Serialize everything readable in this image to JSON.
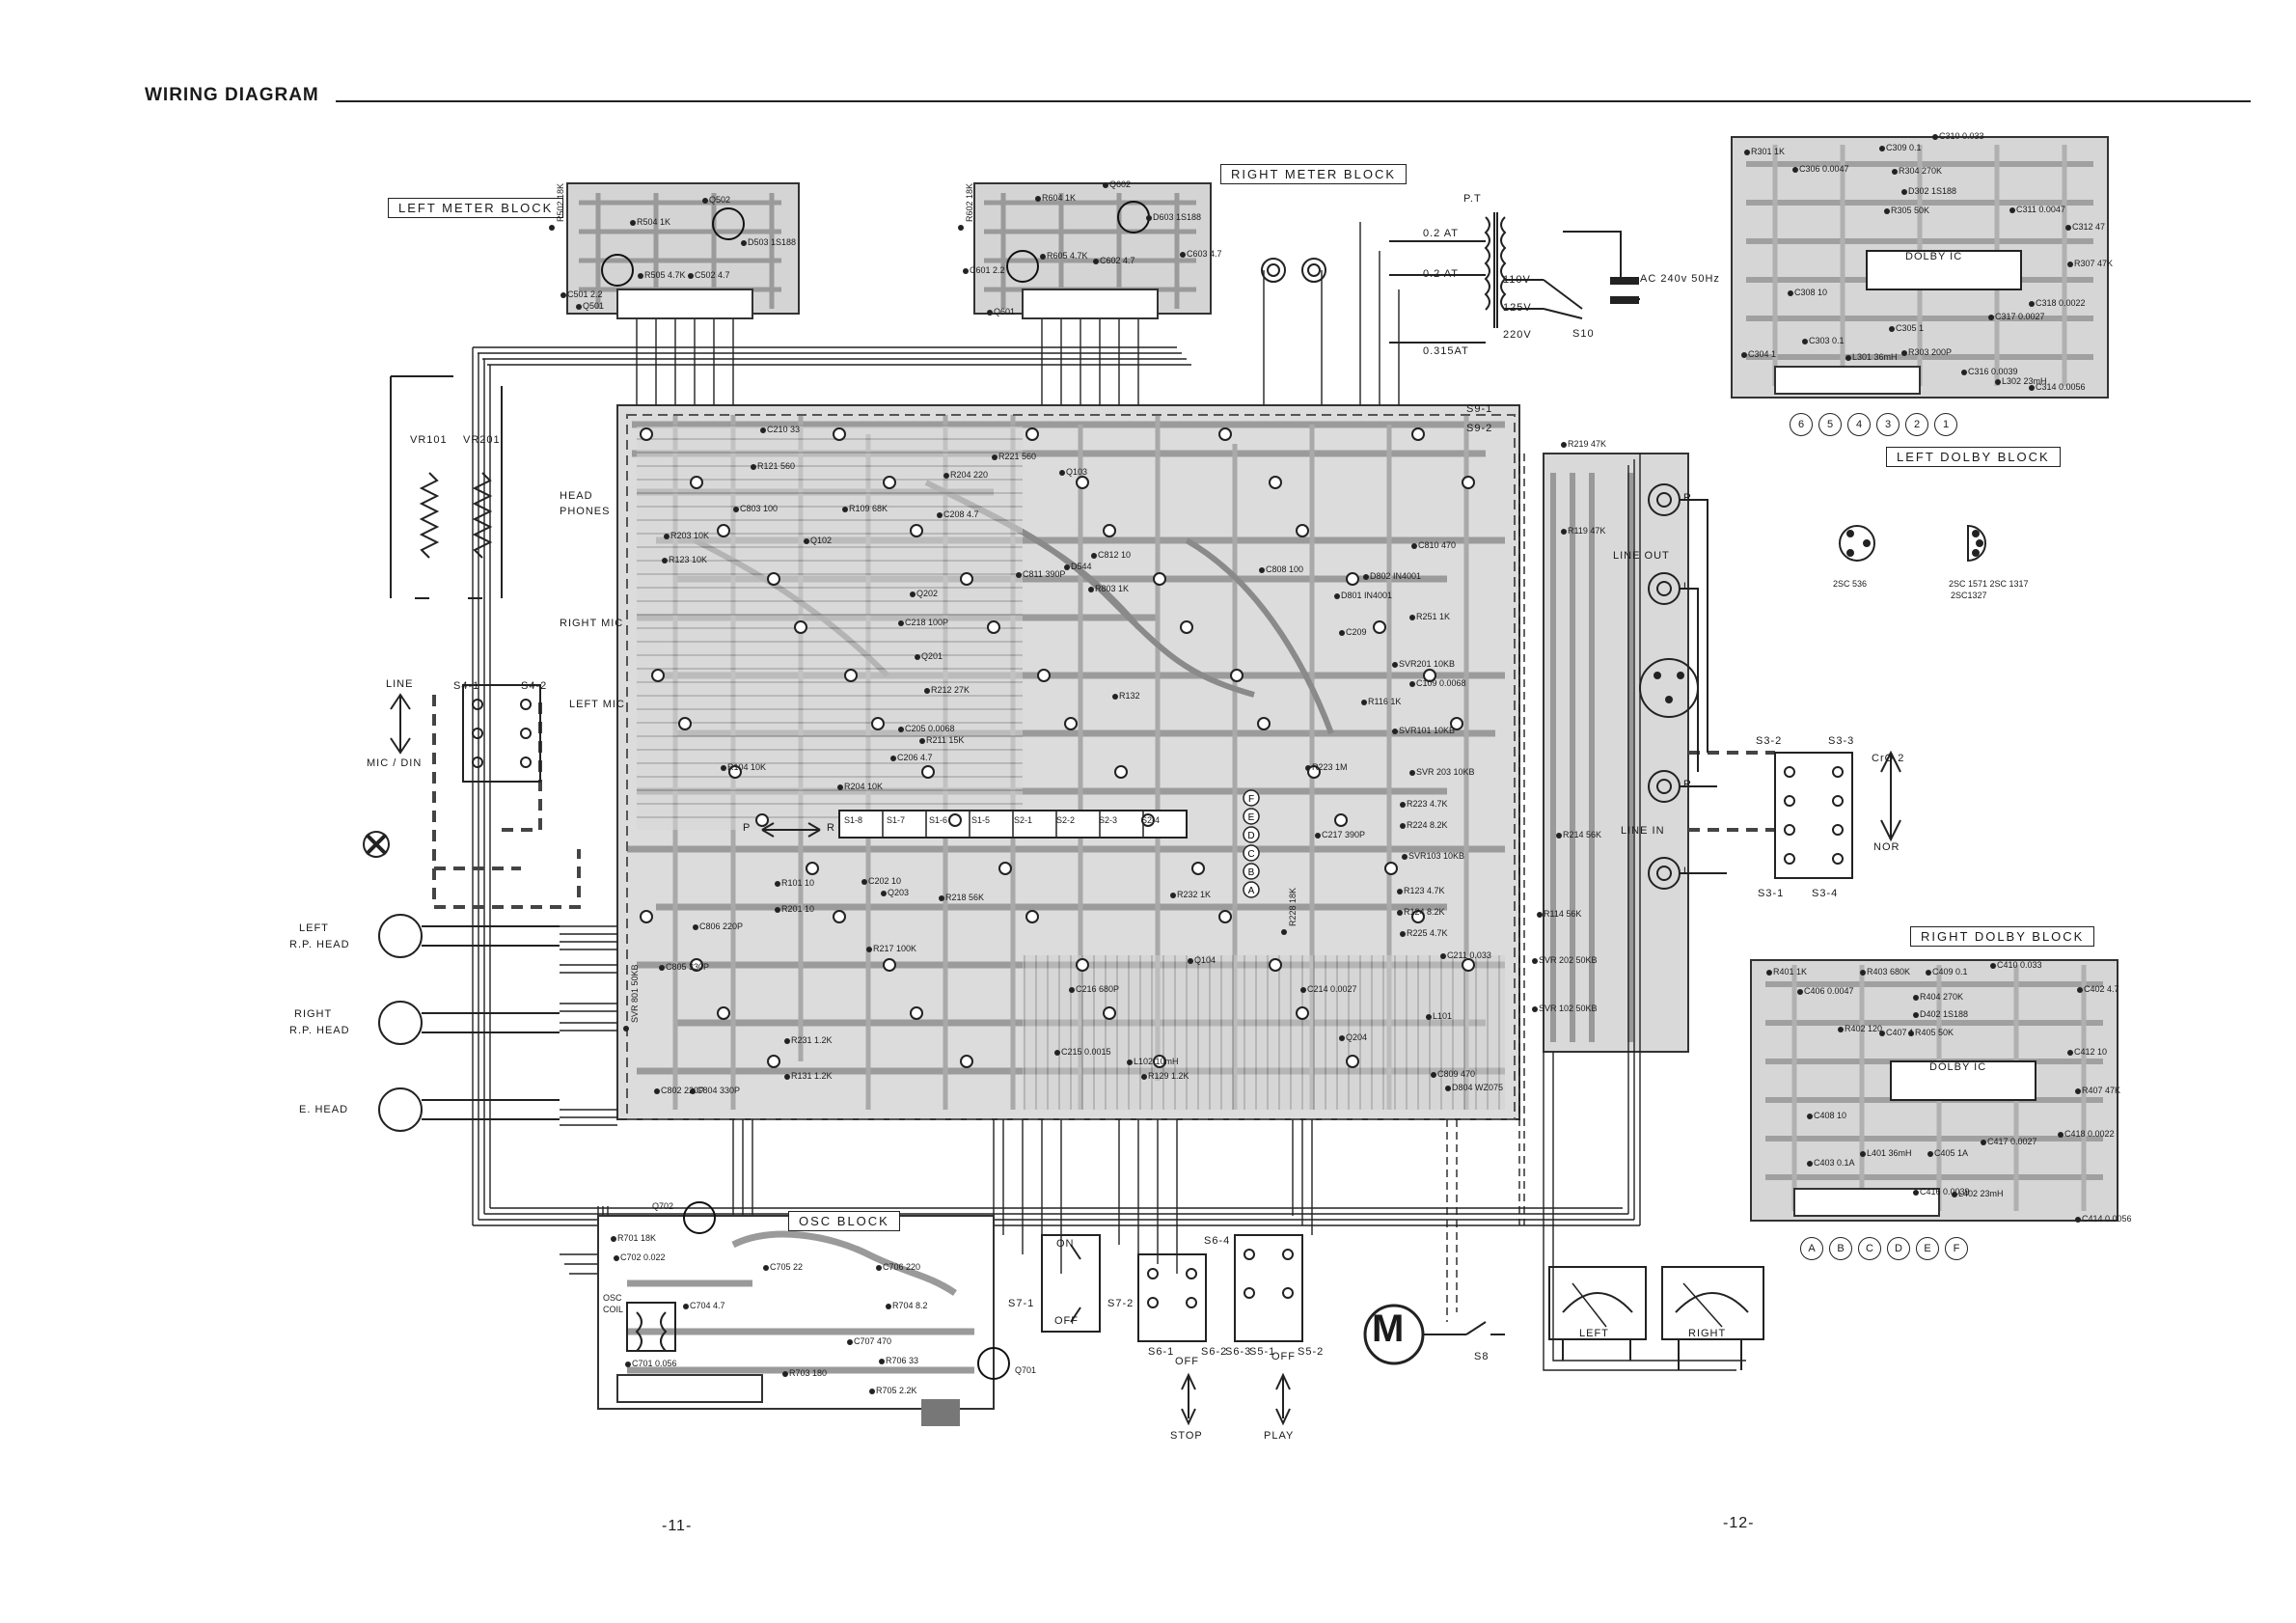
{
  "title": "WIRING DIAGRAM",
  "page_numbers": {
    "left": "-11-",
    "right": "-12-"
  },
  "blocks": {
    "left_meter": "LEFT METER BLOCK",
    "right_meter": "RIGHT METER BLOCK",
    "left_dolby": "LEFT DOLBY BLOCK",
    "right_dolby": "RIGHT DOLBY BLOCK",
    "osc": "OSC BLOCK"
  },
  "labels": {
    "pt": "P.T",
    "fuse1": "0.2 AT",
    "fuse2": "0.2 AT",
    "fuse3": "0.315AT",
    "v110": "110V",
    "v125": "125V",
    "v220": "220V",
    "ac": "AC 240v 50Hz",
    "s10": "S10",
    "s9_1": "S9-1",
    "s9_2": "S9-2",
    "vr101": "VR101",
    "vr201": "VR201",
    "headphones_1": "HEAD",
    "headphones_2": "PHONES",
    "right_mic": "RIGHT MIC",
    "left_mic": "LEFT MIC",
    "line": "LINE",
    "mic_din": "MIC / DIN",
    "s4_1": "S4-1",
    "s4_2": "S4-2",
    "left_rp_head_1": "LEFT",
    "left_rp_head_2": "R.P. HEAD",
    "right_rp_head_1": "RIGHT",
    "right_rp_head_2": "R.P. HEAD",
    "e_head": "E. HEAD",
    "line_out": "LINE OUT",
    "line_in": "LINE IN",
    "r_out": "R",
    "l_out": "L",
    "r_in": "R",
    "l_in": "L",
    "s3_2": "S3-2",
    "s3_3": "S3-3",
    "s3_1": "S3-1",
    "s3_4": "S3-4",
    "cro2": "CrO 2",
    "nor": "NOR",
    "dolby_ic_l": "DOLBY  IC",
    "dolby_ic_r": "DOLBY  IC",
    "tr1": "2SC 536",
    "tr2": "2SC 1571  2SC 1317",
    "tr2b": "2SC1327",
    "on": "ON",
    "off": "OFF",
    "s7_1": "S7-1",
    "s7_2": "S7-2",
    "s6_4": "S6-4",
    "s6_1": "S6-1",
    "s6_2": "S6-2",
    "s6_3": "S6-3",
    "s5_1": "S5-1",
    "s5_2": "S5-2",
    "off_stop": "OFF",
    "off_play": "OFF",
    "stop": "STOP",
    "play": "PLAY",
    "motor": "M",
    "s8": "S8",
    "meter_left": "LEFT",
    "meter_right": "RIGHT",
    "osc_coil": "OSC",
    "osc_coil2": "COIL",
    "q701": "Q701",
    "q702": "Q702",
    "p_label": "P",
    "r_label": "R"
  },
  "components": [
    {
      "id": "r502",
      "text": "R502 18K"
    },
    {
      "id": "r504",
      "text": "R504 1K"
    },
    {
      "id": "q502",
      "text": "Q502"
    },
    {
      "id": "d503",
      "text": "D503 1S188"
    },
    {
      "id": "r505",
      "text": "R505 4.7K"
    },
    {
      "id": "c502",
      "text": "C502 4.7"
    },
    {
      "id": "c501",
      "text": "C501 2.2"
    },
    {
      "id": "q501",
      "text": "Q501"
    },
    {
      "id": "r602",
      "text": "R602 18K"
    },
    {
      "id": "r604",
      "text": "R604 1K"
    },
    {
      "id": "q602",
      "text": "Q602"
    },
    {
      "id": "d603",
      "text": "D603 1S188"
    },
    {
      "id": "r605",
      "text": "R605 4.7K"
    },
    {
      "id": "c602",
      "text": "C602 4.7"
    },
    {
      "id": "c603",
      "text": "C603 4.7"
    },
    {
      "id": "c601",
      "text": "C601 2.2"
    },
    {
      "id": "q601",
      "text": "Q601"
    },
    {
      "id": "r301",
      "text": "R301 1K"
    },
    {
      "id": "c309",
      "text": "C309 0.1"
    },
    {
      "id": "c310",
      "text": "C310 0.033"
    },
    {
      "id": "c306",
      "text": "C306 0.0047"
    },
    {
      "id": "r304",
      "text": "R304 270K"
    },
    {
      "id": "c312",
      "text": "C312 47"
    },
    {
      "id": "d302",
      "text": "D302 1S188"
    },
    {
      "id": "r305",
      "text": "R305 50K"
    },
    {
      "id": "c311",
      "text": "C311 0.0047"
    },
    {
      "id": "r307",
      "text": "R307 47K"
    },
    {
      "id": "c318",
      "text": "C318 0.0022"
    },
    {
      "id": "c308",
      "text": "C308 10"
    },
    {
      "id": "c305",
      "text": "C305 1"
    },
    {
      "id": "c317",
      "text": "C317 0.0027"
    },
    {
      "id": "l301",
      "text": "L301 36mH"
    },
    {
      "id": "r303",
      "text": "R303 200P"
    },
    {
      "id": "c316",
      "text": "C316 0.0039"
    },
    {
      "id": "l302",
      "text": "L302 23mH"
    },
    {
      "id": "c314",
      "text": "C314 0.0056"
    },
    {
      "id": "c304",
      "text": "C304 1"
    },
    {
      "id": "c303",
      "text": "C303 0.1"
    },
    {
      "id": "r401",
      "text": "R401 1K"
    },
    {
      "id": "r403",
      "text": "R403 680K"
    },
    {
      "id": "c409",
      "text": "C409 0.1"
    },
    {
      "id": "c410",
      "text": "C410 0.033"
    },
    {
      "id": "c406",
      "text": "C406 0.0047"
    },
    {
      "id": "r404",
      "text": "R404 270K"
    },
    {
      "id": "c402",
      "text": "C402 4.7"
    },
    {
      "id": "d402",
      "text": "D402 1S188"
    },
    {
      "id": "r402",
      "text": "R402 120"
    },
    {
      "id": "r405",
      "text": "R405 50K"
    },
    {
      "id": "c407",
      "text": "C407 1"
    },
    {
      "id": "c412",
      "text": "C412 10"
    },
    {
      "id": "r407",
      "text": "R407 47K"
    },
    {
      "id": "c408",
      "text": "C408 10"
    },
    {
      "id": "l401",
      "text": "L401 36mH"
    },
    {
      "id": "c405",
      "text": "C405 1A"
    },
    {
      "id": "c417",
      "text": "C417 0.0027"
    },
    {
      "id": "c418",
      "text": "C418 0.0022"
    },
    {
      "id": "c403",
      "text": "C403 0.1A"
    },
    {
      "id": "c416",
      "text": "C416 0.0039"
    },
    {
      "id": "l402",
      "text": "L402 23mH"
    },
    {
      "id": "c414",
      "text": "C414 0.0056"
    },
    {
      "id": "r701",
      "text": "R701 18K"
    },
    {
      "id": "c702",
      "text": "C702 0.022"
    },
    {
      "id": "c705",
      "text": "C705 22"
    },
    {
      "id": "c706",
      "text": "C706 220"
    },
    {
      "id": "c704",
      "text": "C704 4.7"
    },
    {
      "id": "r704",
      "text": "R704 8.2"
    },
    {
      "id": "c707",
      "text": "C707 470"
    },
    {
      "id": "c701",
      "text": "C701 0.056"
    },
    {
      "id": "r703",
      "text": "R703 180"
    },
    {
      "id": "r706",
      "text": "R706 33"
    },
    {
      "id": "r705",
      "text": "R705 2.2K"
    },
    {
      "id": "c210",
      "text": "C210 33"
    },
    {
      "id": "r121",
      "text": "R121 560"
    },
    {
      "id": "c803",
      "text": "C803 100"
    },
    {
      "id": "r204",
      "text": "R204 220"
    },
    {
      "id": "r221",
      "text": "R221 560"
    },
    {
      "id": "q103",
      "text": "Q103"
    },
    {
      "id": "r109",
      "text": "R109 68K"
    },
    {
      "id": "c208",
      "text": "C208 4.7"
    },
    {
      "id": "r203",
      "text": "R203 10K"
    },
    {
      "id": "r123",
      "text": "R123 10K"
    },
    {
      "id": "c218",
      "text": "C218 100P"
    },
    {
      "id": "q201",
      "text": "Q201"
    },
    {
      "id": "q202",
      "text": "Q202"
    },
    {
      "id": "q102",
      "text": "Q102"
    },
    {
      "id": "r212",
      "text": "R212 27K"
    },
    {
      "id": "r211",
      "text": "R211 15K"
    },
    {
      "id": "c205",
      "text": "C205 0.0068"
    },
    {
      "id": "c206",
      "text": "C206 4.7"
    },
    {
      "id": "r104",
      "text": "R104 10K"
    },
    {
      "id": "r204b",
      "text": "R204 10K"
    },
    {
      "id": "c811",
      "text": "C811 390P"
    },
    {
      "id": "d544",
      "text": "D544"
    },
    {
      "id": "r803",
      "text": "R803 1K"
    },
    {
      "id": "c812",
      "text": "C812 10"
    },
    {
      "id": "r132",
      "text": "R132"
    },
    {
      "id": "c808",
      "text": "C808 100"
    },
    {
      "id": "d802",
      "text": "D802 IN4001"
    },
    {
      "id": "c810",
      "text": "C810 470"
    },
    {
      "id": "d801",
      "text": "D801 IN4001"
    },
    {
      "id": "c209",
      "text": "C209"
    },
    {
      "id": "r251",
      "text": "R251 1K"
    },
    {
      "id": "svr201",
      "text": "SVR201 10KB"
    },
    {
      "id": "c109",
      "text": "C109 0.0068"
    },
    {
      "id": "r116",
      "text": "R116 1K"
    },
    {
      "id": "svr101",
      "text": "SVR101 10KB"
    },
    {
      "id": "r219",
      "text": "R219 47K"
    },
    {
      "id": "r119",
      "text": "R119 47K"
    },
    {
      "id": "r223",
      "text": "R223 1M"
    },
    {
      "id": "svr203",
      "text": "SVR 203 10KB"
    },
    {
      "id": "r223b",
      "text": "R223 4.7K"
    },
    {
      "id": "r224",
      "text": "R224 8.2K"
    },
    {
      "id": "c217",
      "text": "C217 390P"
    },
    {
      "id": "svr103",
      "text": "SVR103 10KB"
    },
    {
      "id": "r214",
      "text": "R214 56K"
    },
    {
      "id": "r123b",
      "text": "R123 4.7K"
    },
    {
      "id": "r124",
      "text": "R124 8.2K"
    },
    {
      "id": "r225",
      "text": "R225 4.7K"
    },
    {
      "id": "r114",
      "text": "R114 56K"
    },
    {
      "id": "c211",
      "text": "C211 0.033"
    },
    {
      "id": "svr202",
      "text": "SVR 202 50KB"
    },
    {
      "id": "svr102",
      "text": "SVR 102 50KB"
    },
    {
      "id": "r101",
      "text": "R101 10"
    },
    {
      "id": "c202",
      "text": "C202 10"
    },
    {
      "id": "r201",
      "text": "R201 10"
    },
    {
      "id": "q203",
      "text": "Q203"
    },
    {
      "id": "r218",
      "text": "R218 56K"
    },
    {
      "id": "r217",
      "text": "R217 100K"
    },
    {
      "id": "c806",
      "text": "C806 220P"
    },
    {
      "id": "c805",
      "text": "C805 330P"
    },
    {
      "id": "r232",
      "text": "R232 1K"
    },
    {
      "id": "q104",
      "text": "Q104"
    },
    {
      "id": "c216",
      "text": "C216 680P"
    },
    {
      "id": "r231",
      "text": "R231 1.2K"
    },
    {
      "id": "r131",
      "text": "R131 1.2K"
    },
    {
      "id": "c802",
      "text": "C802 220P"
    },
    {
      "id": "c804",
      "text": "C804 330P"
    },
    {
      "id": "svr801",
      "text": "SVR 801 50KB"
    },
    {
      "id": "c215",
      "text": "C215 0.0015"
    },
    {
      "id": "l102",
      "text": "L102 10mH"
    },
    {
      "id": "r129",
      "text": "R129 1.2K"
    },
    {
      "id": "c214",
      "text": "C214 0.0027"
    },
    {
      "id": "r228",
      "text": "R228 18K"
    },
    {
      "id": "q204",
      "text": "Q204"
    },
    {
      "id": "c809",
      "text": "C809 470"
    },
    {
      "id": "d804",
      "text": "D804 WZ075"
    },
    {
      "id": "l101",
      "text": "L101"
    }
  ],
  "dolby_pins_left": [
    "6",
    "5",
    "4",
    "3",
    "2",
    "1"
  ],
  "dolby_pins_right": [
    "A",
    "B",
    "C",
    "D",
    "E",
    "F"
  ],
  "side_pins": [
    "F",
    "E",
    "D",
    "C",
    "B",
    "A"
  ],
  "slide_switch_labels": [
    "S1-8",
    "S1-7",
    "S1-6",
    "S1-5",
    "S2-1",
    "S2-2",
    "S2-3",
    "S2-4"
  ]
}
